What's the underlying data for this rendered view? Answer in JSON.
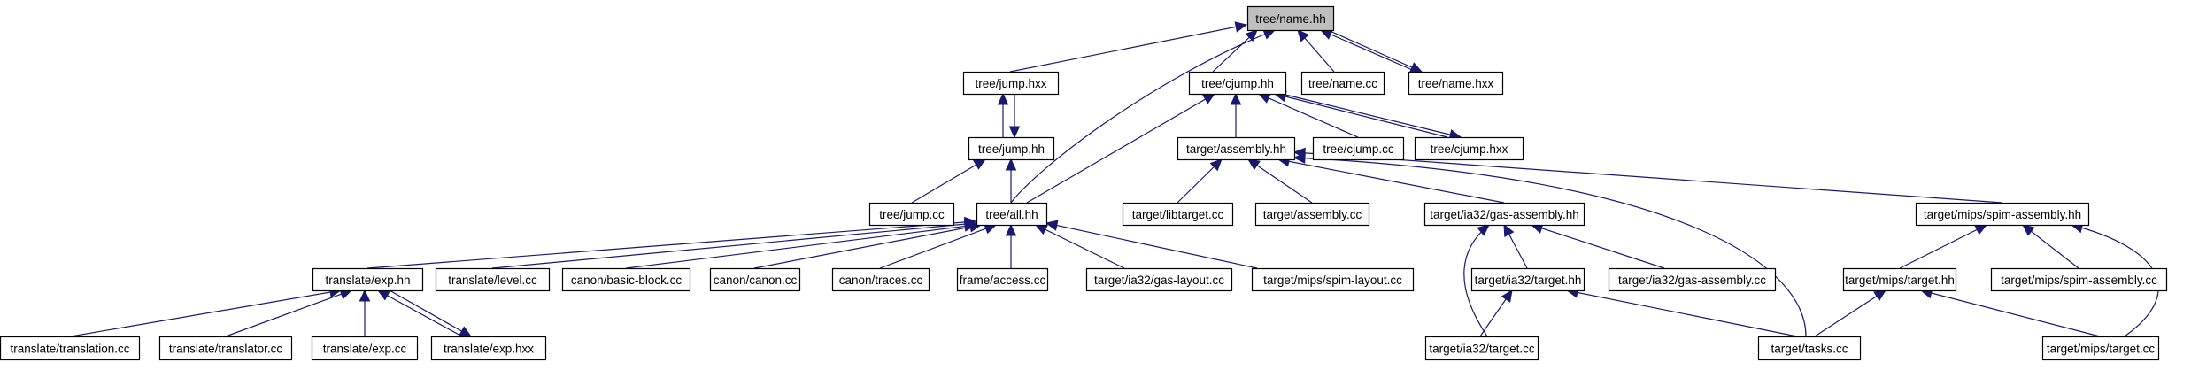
{
  "graph": {
    "root": "tree/name.hh",
    "nodes": [
      {
        "id": "name_hh",
        "label": "tree/name.hh",
        "root": true
      },
      {
        "id": "jump_hxx",
        "label": "tree/jump.hxx"
      },
      {
        "id": "cjump_hh",
        "label": "tree/cjump.hh"
      },
      {
        "id": "name_cc",
        "label": "tree/name.cc"
      },
      {
        "id": "name_hxx",
        "label": "tree/name.hxx"
      },
      {
        "id": "jump_hh",
        "label": "tree/jump.hh"
      },
      {
        "id": "assembly_hh",
        "label": "target/assembly.hh"
      },
      {
        "id": "cjump_cc",
        "label": "tree/cjump.cc"
      },
      {
        "id": "cjump_hxx",
        "label": "tree/cjump.hxx"
      },
      {
        "id": "jump_cc",
        "label": "tree/jump.cc"
      },
      {
        "id": "all_hh",
        "label": "tree/all.hh"
      },
      {
        "id": "libtarget_cc",
        "label": "target/libtarget.cc"
      },
      {
        "id": "assembly_cc",
        "label": "target/assembly.cc"
      },
      {
        "id": "ia32_gas_asm_hh",
        "label": "target/ia32/gas-assembly.hh"
      },
      {
        "id": "mips_spim_asm_hh",
        "label": "target/mips/spim-assembly.hh"
      },
      {
        "id": "exp_hh",
        "label": "translate/exp.hh"
      },
      {
        "id": "level_cc",
        "label": "translate/level.cc"
      },
      {
        "id": "basic_block_cc",
        "label": "canon/basic-block.cc"
      },
      {
        "id": "canon_cc",
        "label": "canon/canon.cc"
      },
      {
        "id": "traces_cc",
        "label": "canon/traces.cc"
      },
      {
        "id": "access_cc",
        "label": "frame/access.cc"
      },
      {
        "id": "ia32_gas_layout_cc",
        "label": "target/ia32/gas-layout.cc"
      },
      {
        "id": "mips_spim_layout_cc",
        "label": "target/mips/spim-layout.cc"
      },
      {
        "id": "ia32_target_hh",
        "label": "target/ia32/target.hh"
      },
      {
        "id": "ia32_gas_asm_cc",
        "label": "target/ia32/gas-assembly.cc"
      },
      {
        "id": "mips_target_hh",
        "label": "target/mips/target.hh"
      },
      {
        "id": "mips_spim_asm_cc",
        "label": "target/mips/spim-assembly.cc"
      },
      {
        "id": "translation_cc",
        "label": "translate/translation.cc"
      },
      {
        "id": "translator_cc",
        "label": "translate/translator.cc"
      },
      {
        "id": "exp_cc",
        "label": "translate/exp.cc"
      },
      {
        "id": "exp_hxx",
        "label": "translate/exp.hxx"
      },
      {
        "id": "ia32_target_cc",
        "label": "target/ia32/target.cc"
      },
      {
        "id": "tasks_cc",
        "label": "target/tasks.cc"
      },
      {
        "id": "mips_target_cc",
        "label": "target/mips/target.cc"
      }
    ],
    "edges": [
      {
        "from": "jump_hxx",
        "to": "name_hh"
      },
      {
        "from": "cjump_hh",
        "to": "name_hh"
      },
      {
        "from": "name_cc",
        "to": "name_hh"
      },
      {
        "from": "name_hxx",
        "to": "name_hh"
      },
      {
        "from": "name_hh",
        "to": "name_hxx"
      },
      {
        "from": "all_hh",
        "to": "name_hh"
      },
      {
        "from": "jump_hh",
        "to": "jump_hxx"
      },
      {
        "from": "jump_hxx",
        "to": "jump_hh"
      },
      {
        "from": "jump_cc",
        "to": "jump_hh"
      },
      {
        "from": "all_hh",
        "to": "jump_hh"
      },
      {
        "from": "assembly_hh",
        "to": "cjump_hh"
      },
      {
        "from": "cjump_cc",
        "to": "cjump_hh"
      },
      {
        "from": "cjump_hxx",
        "to": "cjump_hh"
      },
      {
        "from": "cjump_hh",
        "to": "cjump_hxx"
      },
      {
        "from": "all_hh",
        "to": "cjump_hh"
      },
      {
        "from": "libtarget_cc",
        "to": "assembly_hh"
      },
      {
        "from": "assembly_cc",
        "to": "assembly_hh"
      },
      {
        "from": "ia32_gas_asm_hh",
        "to": "assembly_hh"
      },
      {
        "from": "mips_spim_asm_hh",
        "to": "assembly_hh"
      },
      {
        "from": "tasks_cc",
        "to": "assembly_hh"
      },
      {
        "from": "exp_hh",
        "to": "all_hh"
      },
      {
        "from": "level_cc",
        "to": "all_hh"
      },
      {
        "from": "basic_block_cc",
        "to": "all_hh"
      },
      {
        "from": "canon_cc",
        "to": "all_hh"
      },
      {
        "from": "traces_cc",
        "to": "all_hh"
      },
      {
        "from": "access_cc",
        "to": "all_hh"
      },
      {
        "from": "ia32_gas_layout_cc",
        "to": "all_hh"
      },
      {
        "from": "mips_spim_layout_cc",
        "to": "all_hh"
      },
      {
        "from": "ia32_target_hh",
        "to": "ia32_gas_asm_hh"
      },
      {
        "from": "ia32_gas_asm_cc",
        "to": "ia32_gas_asm_hh"
      },
      {
        "from": "ia32_target_cc",
        "to": "ia32_gas_asm_hh"
      },
      {
        "from": "mips_target_hh",
        "to": "mips_spim_asm_hh"
      },
      {
        "from": "mips_spim_asm_cc",
        "to": "mips_spim_asm_hh"
      },
      {
        "from": "mips_target_cc",
        "to": "mips_spim_asm_hh"
      },
      {
        "from": "translation_cc",
        "to": "exp_hh"
      },
      {
        "from": "translator_cc",
        "to": "exp_hh"
      },
      {
        "from": "exp_cc",
        "to": "exp_hh"
      },
      {
        "from": "exp_hxx",
        "to": "exp_hh"
      },
      {
        "from": "exp_hh",
        "to": "exp_hxx"
      },
      {
        "from": "ia32_target_cc",
        "to": "ia32_target_hh"
      },
      {
        "from": "tasks_cc",
        "to": "ia32_target_hh"
      },
      {
        "from": "tasks_cc",
        "to": "mips_target_hh"
      },
      {
        "from": "mips_target_cc",
        "to": "mips_target_hh"
      }
    ]
  }
}
